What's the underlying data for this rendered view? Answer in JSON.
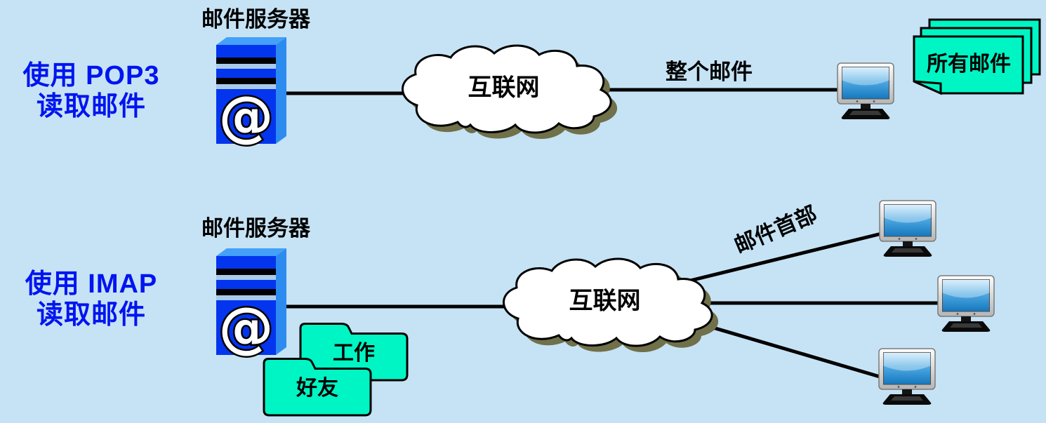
{
  "diagram_title": "POP3 vs IMAP mail reading",
  "palette": {
    "background": "#C6E3F5",
    "title_blue": "#0014F0",
    "server_front_blue": "#0435EE",
    "server_top_blue": "#44A0F8",
    "server_side_blue": "#2D8BF0",
    "server_stripe_light": "#A9CBE9",
    "mint_green": "#00F5C4",
    "cloud_white": "#FFFFFF",
    "cloud_shadow_olive": "#70704A",
    "line_black": "#000000",
    "monitor_screen_blue": "#1478BE"
  },
  "server_at_symbol": "@",
  "pop3_section": {
    "title_line1": "使用 POP3",
    "title_line2": "读取邮件",
    "server_label": "邮件服务器",
    "cloud_label": "互联网",
    "transfer_label": "整个邮件",
    "mail_stack_label": "所有邮件"
  },
  "imap_section": {
    "title_line1": "使用 IMAP",
    "title_line2": "读取邮件",
    "server_label": "邮件服务器",
    "cloud_label": "互联网",
    "transfer_label": "邮件首部",
    "folders": [
      {
        "label": "工作"
      },
      {
        "label": "好友"
      }
    ]
  }
}
